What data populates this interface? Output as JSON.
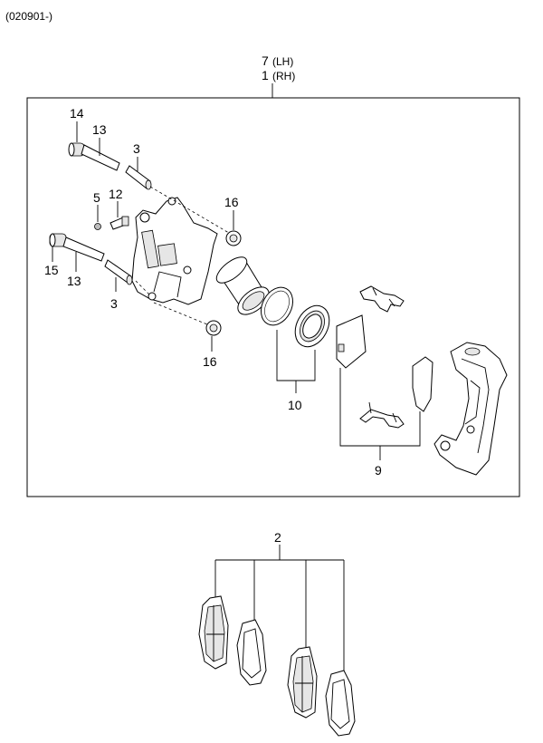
{
  "header": {
    "code": "(020901-)"
  },
  "assembly": {
    "left_num": "7",
    "left_side": "(LH)",
    "right_num": "1",
    "right_side": "(RH)"
  },
  "callouts": {
    "c14": "14",
    "c13a": "13",
    "c3a": "3",
    "c5": "5",
    "c12": "12",
    "c16a": "16",
    "c15": "15",
    "c13b": "13",
    "c3b": "3",
    "c16b": "16",
    "c10": "10",
    "c9": "9",
    "c2": "2"
  }
}
